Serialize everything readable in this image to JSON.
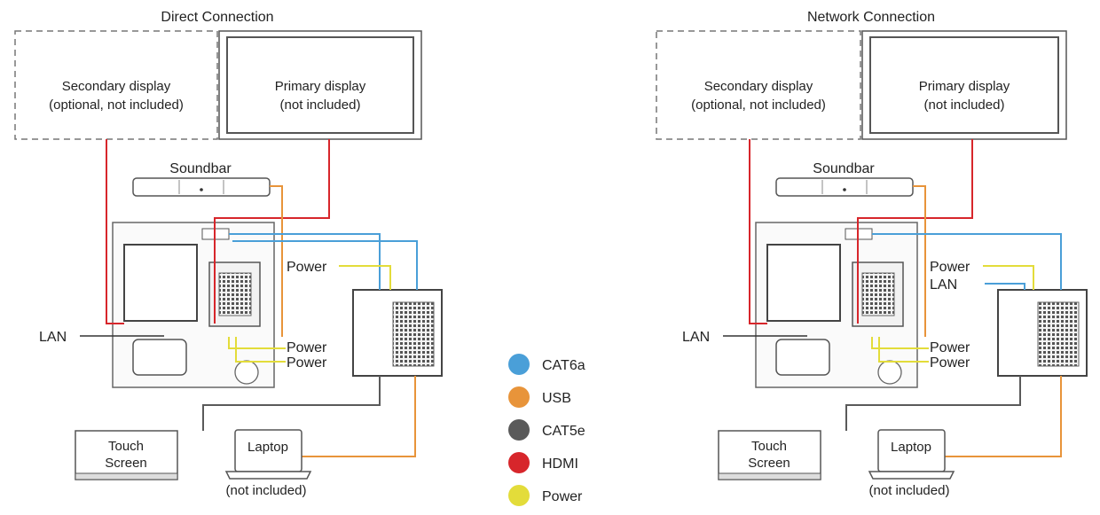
{
  "colors": {
    "cat6a": "#4a9fd8",
    "usb": "#e8943a",
    "cat5e": "#5a5a5a",
    "hdmi": "#d7262b",
    "power": "#e3dc3a",
    "line_dark": "#333333"
  },
  "direct": {
    "title": "Direct Connection",
    "secondary_line1": "Secondary display",
    "secondary_line2": "(optional, not included)",
    "primary_line1": "Primary display",
    "primary_line2": "(not included)",
    "soundbar": "Soundbar",
    "power_top": "Power",
    "lan": "LAN",
    "power_mid": "Power",
    "power_low": "Power",
    "touch_line1": "Touch",
    "touch_line2": "Screen",
    "laptop": "Laptop",
    "laptop_note": "(not included)"
  },
  "network": {
    "title": "Network Connection",
    "secondary_line1": "Secondary display",
    "secondary_line2": "(optional, not included)",
    "primary_line1": "Primary display",
    "primary_line2": "(not included)",
    "soundbar": "Soundbar",
    "power_top": "Power",
    "lan_top": "LAN",
    "lan": "LAN",
    "power_mid": "Power",
    "power_low": "Power",
    "touch_line1": "Touch",
    "touch_line2": "Screen",
    "laptop": "Laptop",
    "laptop_note": "(not included)"
  },
  "legend": [
    {
      "label": "CAT6a",
      "color": "#4a9fd8"
    },
    {
      "label": "USB",
      "color": "#e8943a"
    },
    {
      "label": "CAT5e",
      "color": "#5a5a5a"
    },
    {
      "label": "HDMI",
      "color": "#d7262b"
    },
    {
      "label": "Power",
      "color": "#e3dc3a"
    }
  ]
}
